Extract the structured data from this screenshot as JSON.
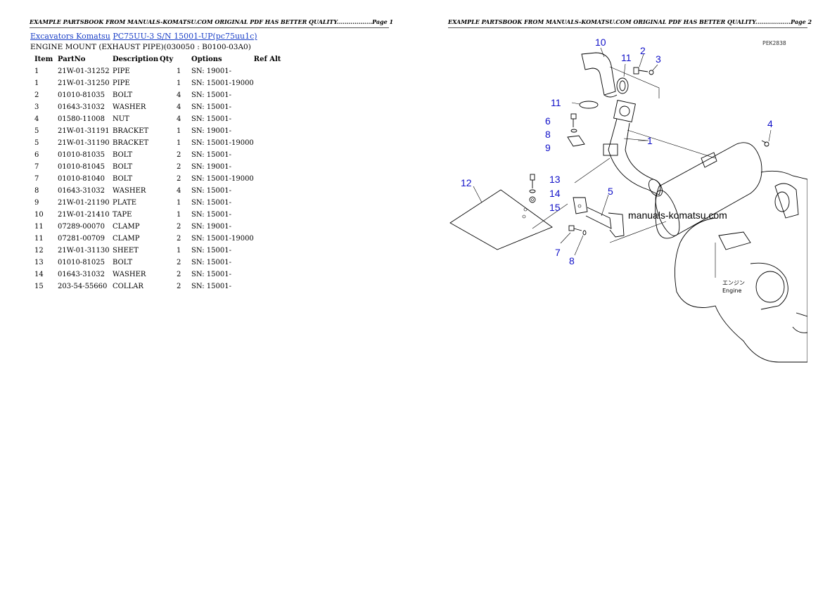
{
  "header": {
    "page1": "EXAMPLE PARTSBOOK FROM MANUALS-KOMATSU.COM ORIGINAL PDF HAS BETTER QUALITY..................Page 1",
    "page2": "EXAMPLE PARTSBOOK FROM MANUALS-KOMATSU.COM ORIGINAL PDF HAS BETTER QUALITY..................Page 2"
  },
  "breadcrumb": {
    "link1": "Excavators Komatsu",
    "link2": "PC75UU-3 S/N 15001-UP(pc75uu1c)"
  },
  "subtitle": "ENGINE MOUNT (EXHAUST PIPE)(030050 : B0100-03A0)",
  "table": {
    "columns": {
      "item": "Item",
      "partno": "PartNo",
      "description": "Description",
      "qty": "Qty",
      "options": "Options",
      "refalt": "Ref Alt"
    },
    "rows": [
      {
        "item": "1",
        "partno": "21W-01-31252",
        "description": "PIPE",
        "qty": "1",
        "options": "SN: 19001-"
      },
      {
        "item": "1",
        "partno": "21W-01-31250",
        "description": "PIPE",
        "qty": "1",
        "options": "SN: 15001-19000"
      },
      {
        "item": "2",
        "partno": "01010-81035",
        "description": "BOLT",
        "qty": "4",
        "options": "SN: 15001-"
      },
      {
        "item": "3",
        "partno": "01643-31032",
        "description": "WASHER",
        "qty": "4",
        "options": "SN: 15001-"
      },
      {
        "item": "4",
        "partno": "01580-11008",
        "description": "NUT",
        "qty": "4",
        "options": "SN: 15001-"
      },
      {
        "item": "5",
        "partno": "21W-01-31191",
        "description": "BRACKET",
        "qty": "1",
        "options": "SN: 19001-"
      },
      {
        "item": "5",
        "partno": "21W-01-31190",
        "description": "BRACKET",
        "qty": "1",
        "options": "SN: 15001-19000"
      },
      {
        "item": "6",
        "partno": "01010-81035",
        "description": "BOLT",
        "qty": "2",
        "options": "SN: 15001-"
      },
      {
        "item": "7",
        "partno": "01010-81045",
        "description": "BOLT",
        "qty": "2",
        "options": "SN: 19001-"
      },
      {
        "item": "7",
        "partno": "01010-81040",
        "description": "BOLT",
        "qty": "2",
        "options": "SN: 15001-19000"
      },
      {
        "item": "8",
        "partno": "01643-31032",
        "description": "WASHER",
        "qty": "4",
        "options": "SN: 15001-"
      },
      {
        "item": "9",
        "partno": "21W-01-21190",
        "description": "PLATE",
        "qty": "1",
        "options": "SN: 15001-"
      },
      {
        "item": "10",
        "partno": "21W-01-21410",
        "description": "TAPE",
        "qty": "1",
        "options": "SN: 15001-"
      },
      {
        "item": "11",
        "partno": "07289-00070",
        "description": "CLAMP",
        "qty": "2",
        "options": "SN: 19001-"
      },
      {
        "item": "11",
        "partno": "07281-00709",
        "description": "CLAMP",
        "qty": "2",
        "options": "SN: 15001-19000"
      },
      {
        "item": "12",
        "partno": "21W-01-31130",
        "description": "SHEET",
        "qty": "1",
        "options": "SN: 15001-"
      },
      {
        "item": "13",
        "partno": "01010-81025",
        "description": "BOLT",
        "qty": "2",
        "options": "SN: 15001-"
      },
      {
        "item": "14",
        "partno": "01643-31032",
        "description": "WASHER",
        "qty": "2",
        "options": "SN: 15001-"
      },
      {
        "item": "15",
        "partno": "203-54-55660",
        "description": "COLLAR",
        "qty": "2",
        "options": "SN: 15001-"
      }
    ]
  },
  "diagram": {
    "drawing_code": "PEK2838",
    "watermark": "manuals-komatsu.com",
    "engine_jp": "エンジン",
    "engine_en": "Engine",
    "callouts": {
      "c10": "10",
      "c11a": "11",
      "c2": "2",
      "c3": "3",
      "c11b": "11",
      "c6": "6",
      "c8a": "8",
      "c9": "9",
      "c1": "1",
      "c4": "4",
      "c12": "12",
      "c13": "13",
      "c14": "14",
      "c15": "15",
      "c5": "5",
      "c7": "7",
      "c8b": "8"
    },
    "label_color": "#1010c8"
  }
}
